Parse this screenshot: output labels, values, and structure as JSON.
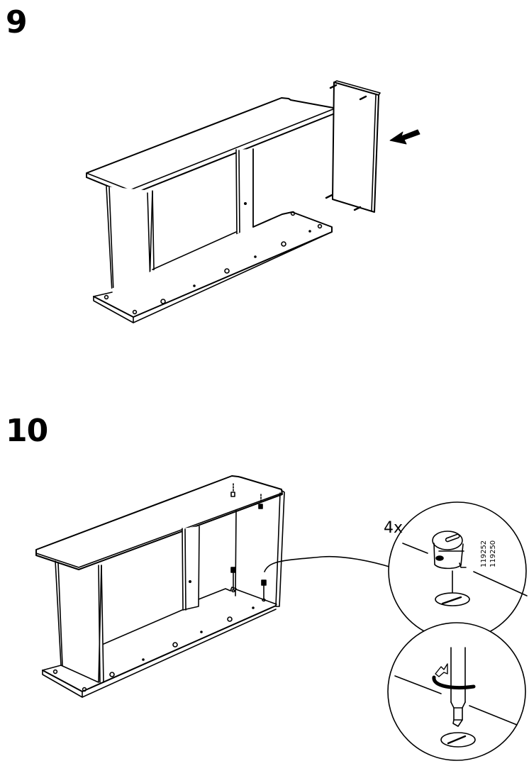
{
  "page": {
    "type": "assembly-instructions",
    "background": "#ffffff",
    "line_color": "#000000"
  },
  "steps": [
    {
      "number": "9",
      "illustration": "cabinet-frame-with-side-panel-being-attached",
      "arrow": "arrow-left-down-icon"
    },
    {
      "number": "10",
      "illustration": "assembled-cabinet-frame-with-cam-locks",
      "callouts": [
        {
          "quantity": "4x",
          "part_numbers": [
            "119252",
            "119250"
          ],
          "detail": "cam-lock-insert-into-hole"
        },
        {
          "detail": "screwdriver-turn-cam-lock",
          "icon": "rotate-clockwise-icon"
        }
      ]
    }
  ]
}
